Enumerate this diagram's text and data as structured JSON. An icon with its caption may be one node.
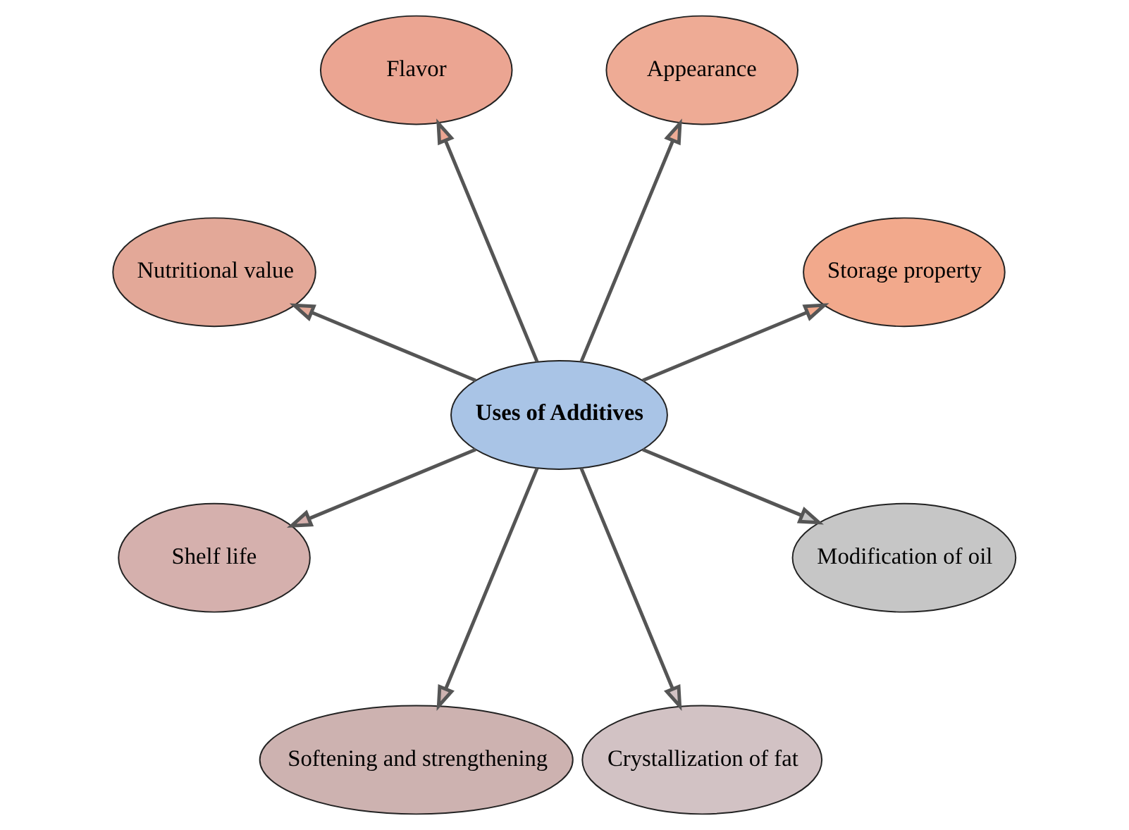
{
  "diagram": {
    "nodes": [
      {
        "text": [
          "Uses of Additives"
        ]
      },
      {
        "text": [
          "Storage property"
        ]
      },
      {
        "text": [
          "Appearance"
        ]
      },
      {
        "text": [
          "Flavor"
        ]
      },
      {
        "text": [
          "Nutritional value"
        ]
      },
      {
        "text": [
          "Shelf life"
        ]
      },
      {
        "text": [
          "Softening and strengthening"
        ]
      },
      {
        "text": [
          "Crystallization of fat"
        ]
      },
      {
        "text": [
          "Modification of oil"
        ]
      }
    ],
    "edges": [
      {
        "from": 0,
        "to": 1,
        "arrow": "to"
      },
      {
        "from": 0,
        "to": 2,
        "arrow": "to"
      },
      {
        "from": 0,
        "to": 3,
        "arrow": "to"
      },
      {
        "from": 0,
        "to": 4,
        "arrow": "to"
      },
      {
        "from": 0,
        "to": 5,
        "arrow": "to"
      },
      {
        "from": 0,
        "to": 6,
        "arrow": "to"
      },
      {
        "from": 0,
        "to": 7,
        "arrow": "to"
      },
      {
        "from": 0,
        "to": 8,
        "arrow": "to"
      }
    ]
  }
}
